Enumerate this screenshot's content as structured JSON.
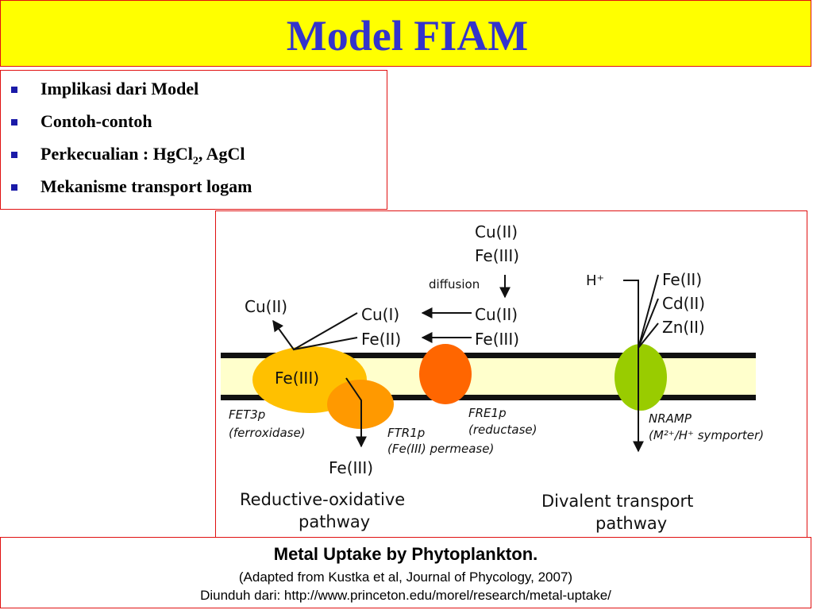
{
  "title": "Model  FIAM",
  "bullets": {
    "items": [
      {
        "text": "Implikasi dari Model"
      },
      {
        "text": "Contoh-contoh"
      },
      {
        "text_before": "Perkecualian : HgCl",
        "sub": "2",
        "text_after": ", AgCl"
      },
      {
        "text": "Mekanisme transport logam"
      }
    ]
  },
  "figure": {
    "left_top_cu": "Cu(II)",
    "cu_ii_top": "Cu(II)",
    "fe_iii_top": "Fe(III)",
    "diffusion": "diffusion",
    "cu_i": "Cu(I)",
    "fe_ii_left": "Fe(II)",
    "cu_ii_mid": "Cu(II)",
    "fe_iii_mid": "Fe(III)",
    "h_plus": "H⁺",
    "fe_ii_right": "Fe(II)",
    "cd_ii": "Cd(II)",
    "zn_ii": "Zn(II)",
    "fe_iii_in_fet3p": "Fe(III)",
    "fet3p": "FET3p",
    "ferroxidase": "(ferroxidase)",
    "ftr1p": "FTR1p",
    "ftr1p_desc": "(Fe(III) permease)",
    "fre1p": "FRE1p",
    "reductase": "(reductase)",
    "nramp": "NRAMP",
    "symporter": "(M²⁺/H⁺ symporter)",
    "fe_iii_bottom": "Fe(III)",
    "pathway_left_1": "Reductive-oxidative",
    "pathway_left_2": "pathway",
    "pathway_right_1": "Divalent transport",
    "pathway_right_2": "pathway",
    "colors": {
      "membrane_fill": "#ffffcc",
      "fet3p": "#ffc000",
      "ftr1p": "#ff9900",
      "fre1p": "#ff6600",
      "nramp": "#99cc00"
    }
  },
  "caption": {
    "title": "Metal Uptake by Phytoplankton.",
    "adapted": "(Adapted from Kustka et al, Journal of Phycology, 2007)",
    "source": "Diunduh dari: http://www.princeton.edu/morel/research/metal-uptake/"
  }
}
